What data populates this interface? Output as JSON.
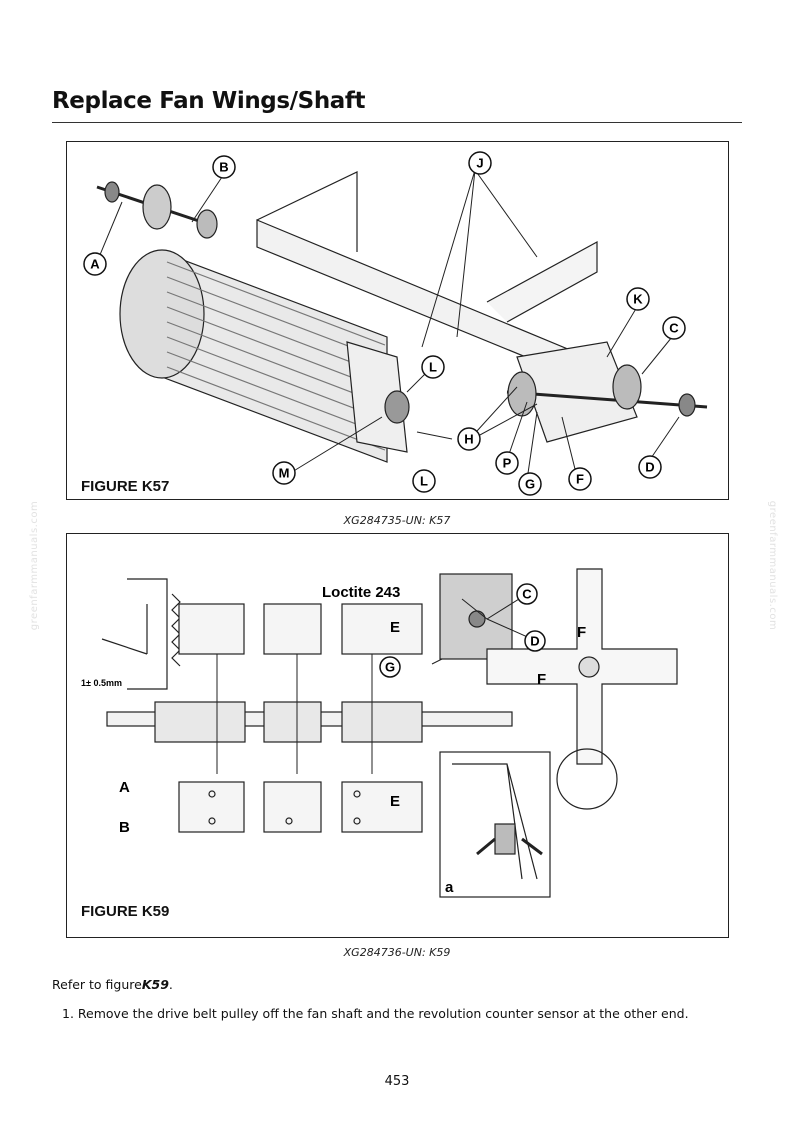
{
  "page": {
    "title": "Replace Fan Wings/Shaft",
    "page_number": "453",
    "watermark": "greenfarmmanuals.com"
  },
  "figure_k57": {
    "label": "FIGURE K57",
    "caption": "XG284735-UN: K57",
    "callouts": [
      "A",
      "B",
      "C",
      "D",
      "F",
      "G",
      "H",
      "J",
      "K",
      "L",
      "L",
      "M",
      "P"
    ]
  },
  "figure_k59": {
    "label": "FIGURE K59",
    "caption": "XG284736-UN: K59",
    "loctite": "Loctite 243",
    "gap": "1± 0.5mm",
    "inset_label": "a",
    "letters": [
      "A",
      "B",
      "C",
      "D",
      "E",
      "E",
      "F",
      "F",
      "G"
    ]
  },
  "body": {
    "refer_prefix": "Refer to figure",
    "refer_figure": "K59",
    "refer_suffix": ".",
    "step_number": "1.",
    "step_text": "Remove the drive belt pulley off the fan shaft and the revolution counter sensor at the other end."
  }
}
